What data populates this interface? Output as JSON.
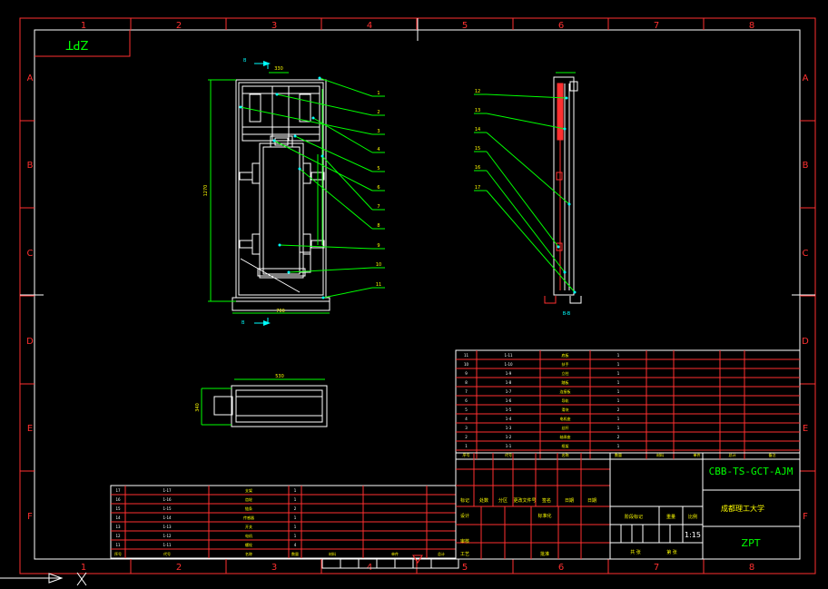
{
  "drawing": {
    "corner_tag": "ZPT",
    "drawing_number": "CBB-TS-GCT-AJM",
    "school": "成都理工大学",
    "scale_label": "比例",
    "scale": "1:15",
    "designer_name": "ZPT",
    "section_mark": "B-B",
    "top_callout": "B",
    "bottom_callout": "B"
  },
  "grid": {
    "columns": [
      "1",
      "2",
      "3",
      "4",
      "5",
      "6",
      "7",
      "8"
    ],
    "rows": [
      "A",
      "B",
      "C",
      "D",
      "E",
      "F"
    ]
  },
  "front_callouts": [
    "1",
    "2",
    "3",
    "4",
    "5",
    "6",
    "7",
    "8",
    "9",
    "10",
    "11"
  ],
  "side_callouts": [
    "12",
    "13",
    "14",
    "15",
    "16",
    "17"
  ],
  "dimensions": {
    "top_width": "330",
    "height": "1270",
    "bottom_width": "700",
    "plan_width": "530",
    "plan_depth": "340"
  },
  "bom_upper": [
    [
      "11",
      "1-11",
      "底板",
      "1"
    ],
    [
      "10",
      "1-10",
      "扶手",
      "1"
    ],
    [
      "9",
      "1-9",
      "立柱",
      "1"
    ],
    [
      "8",
      "1-8",
      "踏板",
      "1"
    ],
    [
      "7",
      "1-7",
      "连接板",
      "1"
    ],
    [
      "6",
      "1-6",
      "导轨",
      "1"
    ],
    [
      "5",
      "1-5",
      "滑块",
      "2"
    ],
    [
      "4",
      "1-4",
      "电机座",
      "1"
    ],
    [
      "3",
      "1-3",
      "丝杆",
      "1"
    ],
    [
      "2",
      "1-2",
      "轴承座",
      "2"
    ],
    [
      "1",
      "1-1",
      "框架",
      "1"
    ]
  ],
  "bom_upper_header": [
    "序号",
    "代号",
    "名称",
    "数量",
    "材料",
    "单件",
    "总计",
    "备注"
  ],
  "bom_lower": [
    [
      "17",
      "1-17",
      "支架",
      "1"
    ],
    [
      "16",
      "1-16",
      "齿轮",
      "1"
    ],
    [
      "15",
      "1-15",
      "链条",
      "2"
    ],
    [
      "14",
      "1-14",
      "传感器",
      "1"
    ],
    [
      "13",
      "1-13",
      "开关",
      "1"
    ],
    [
      "12",
      "1-12",
      "电机",
      "1"
    ],
    [
      "11",
      "1-11",
      "螺栓",
      "4"
    ]
  ],
  "bom_lower_header": [
    "序号",
    "代号",
    "名称",
    "数量",
    "材料",
    "单件",
    "总计",
    "备注"
  ],
  "title_block": {
    "row_labels": [
      "标记",
      "处数",
      "分区",
      "更改文件号",
      "签名",
      "日期"
    ],
    "design": "设计",
    "standard": "标准化",
    "check": "审核",
    "process": "工艺",
    "approve": "批准",
    "stage": "阶段标记",
    "weight": "重量",
    "sheets": "共 张",
    "sheet": "第 张"
  },
  "colors": {
    "frame": "#ff3030",
    "line": "#ffffff",
    "leader": "#00ff00",
    "dim": "#00ffff",
    "text": "#ffff00"
  }
}
